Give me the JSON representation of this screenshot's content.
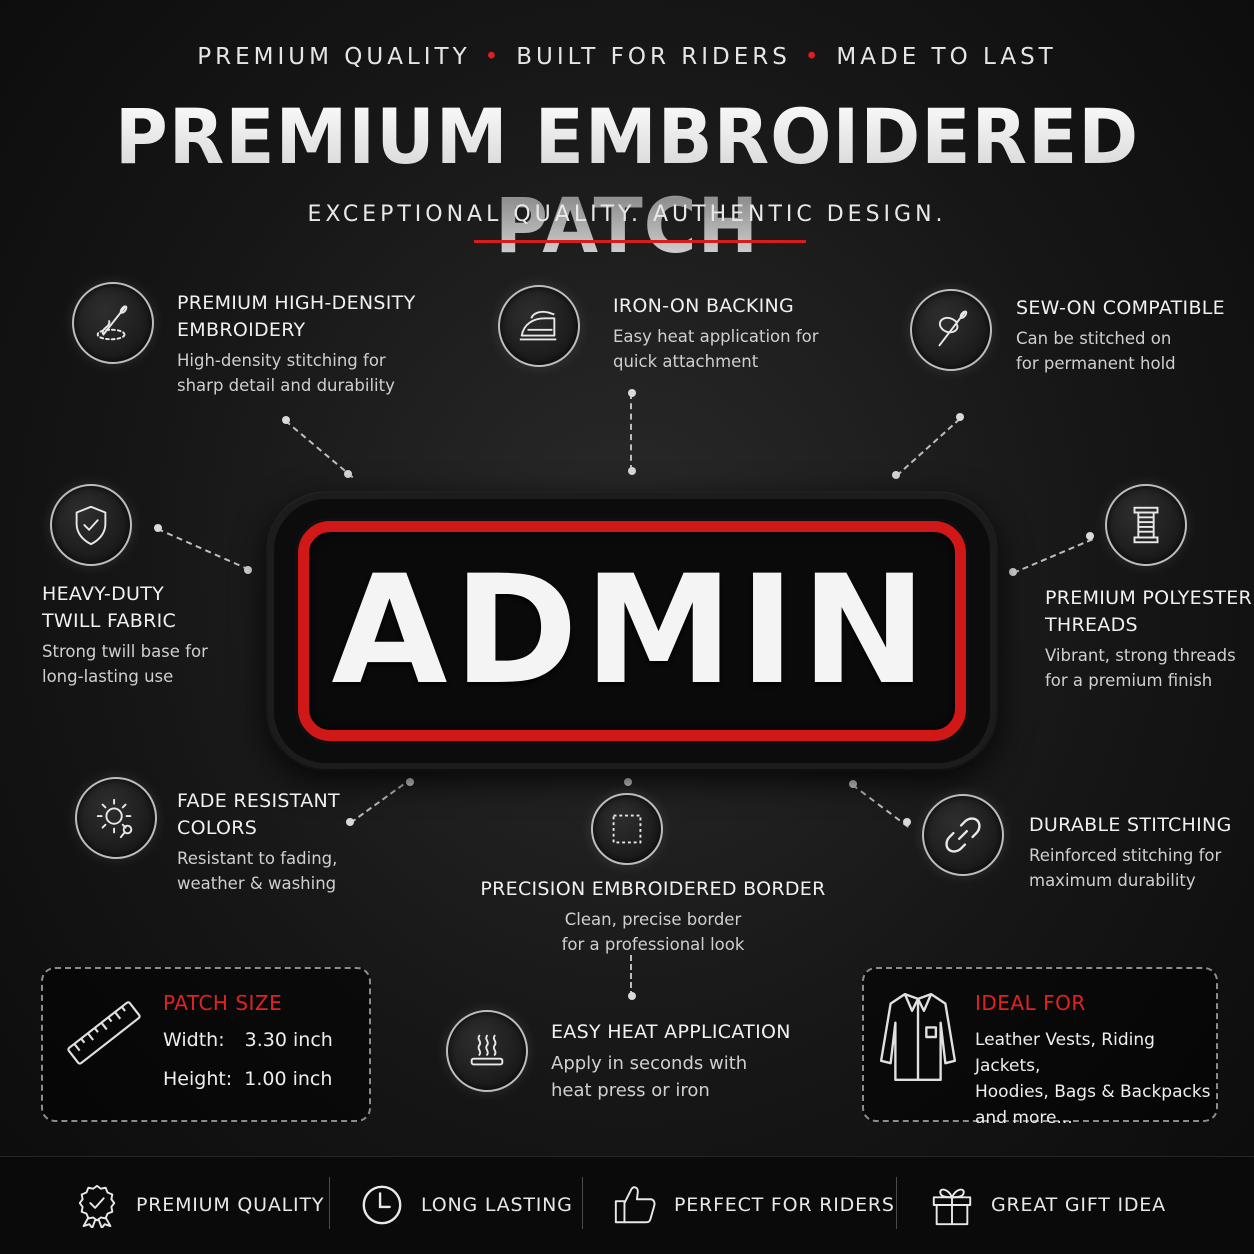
{
  "header": {
    "tagline_items": [
      "PREMIUM QUALITY",
      "BUILT FOR RIDERS",
      "MADE TO LAST"
    ],
    "title": "PREMIUM EMBROIDERED PATCH",
    "subtitle": "EXCEPTIONAL QUALITY. AUTHENTIC DESIGN."
  },
  "patch": {
    "text": "ADMIN",
    "border_color": "#d01818"
  },
  "features": {
    "embroidery": {
      "title_1": "PREMIUM HIGH-DENSITY",
      "title_2": "EMBROIDERY",
      "desc_1": "High-density stitching for",
      "desc_2": "sharp detail and durability",
      "icon": "needle-thread-icon"
    },
    "iron_on": {
      "title": "IRON-ON BACKING",
      "desc_1": "Easy heat application for",
      "desc_2": "quick attachment",
      "icon": "iron-icon"
    },
    "sew_on": {
      "title": "SEW-ON COMPATIBLE",
      "desc_1": "Can be stitched on",
      "desc_2": "for permanent hold",
      "icon": "sewing-needle-icon"
    },
    "twill": {
      "title_1": "HEAVY-DUTY",
      "title_2": "TWILL FABRIC",
      "desc_1": "Strong twill base for",
      "desc_2": "long-lasting use",
      "icon": "shield-check-icon"
    },
    "threads": {
      "title_1": "PREMIUM POLYESTER",
      "title_2": "THREADS",
      "desc_1": "Vibrant, strong threads",
      "desc_2": "for a premium finish",
      "icon": "thread-spool-icon"
    },
    "fade": {
      "title_1": "FADE RESISTANT",
      "title_2": "COLORS",
      "desc_1": "Resistant to fading,",
      "desc_2": "weather & washing",
      "icon": "sun-icon"
    },
    "border": {
      "title": "PRECISION EMBROIDERED BORDER",
      "desc_1": "Clean, precise border",
      "desc_2": "for a professional look",
      "icon": "dashed-square-icon"
    },
    "stitching": {
      "title": "DURABLE STITCHING",
      "desc_1": "Reinforced stitching for",
      "desc_2": "maximum durability",
      "icon": "chain-link-icon"
    },
    "heat": {
      "title": "EASY HEAT APPLICATION",
      "desc_1": "Apply in seconds with",
      "desc_2": "heat press or iron",
      "icon": "heat-icon"
    }
  },
  "size_box": {
    "title": "PATCH SIZE",
    "width_label": "Width:",
    "width_value": "3.30 inch",
    "height_label": "Height:",
    "height_value": "1.00 inch",
    "icon": "ruler-icon"
  },
  "ideal_box": {
    "title": "IDEAL FOR",
    "line_1": "Leather Vests, Riding Jackets,",
    "line_2": "Hoodies, Bags & Backpacks",
    "line_3": "and more...",
    "icon": "jacket-icon"
  },
  "bottom_bar": [
    {
      "label": "PREMIUM QUALITY",
      "icon": "badge-icon"
    },
    {
      "label": "LONG LASTING",
      "icon": "clock-icon"
    },
    {
      "label": "PERFECT FOR RIDERS",
      "icon": "thumbs-up-icon"
    },
    {
      "label": "GREAT GIFT IDEA",
      "icon": "gift-icon"
    }
  ],
  "colors": {
    "accent_red": "#e01e1e",
    "background": "#161616",
    "text": "#ffffff"
  }
}
